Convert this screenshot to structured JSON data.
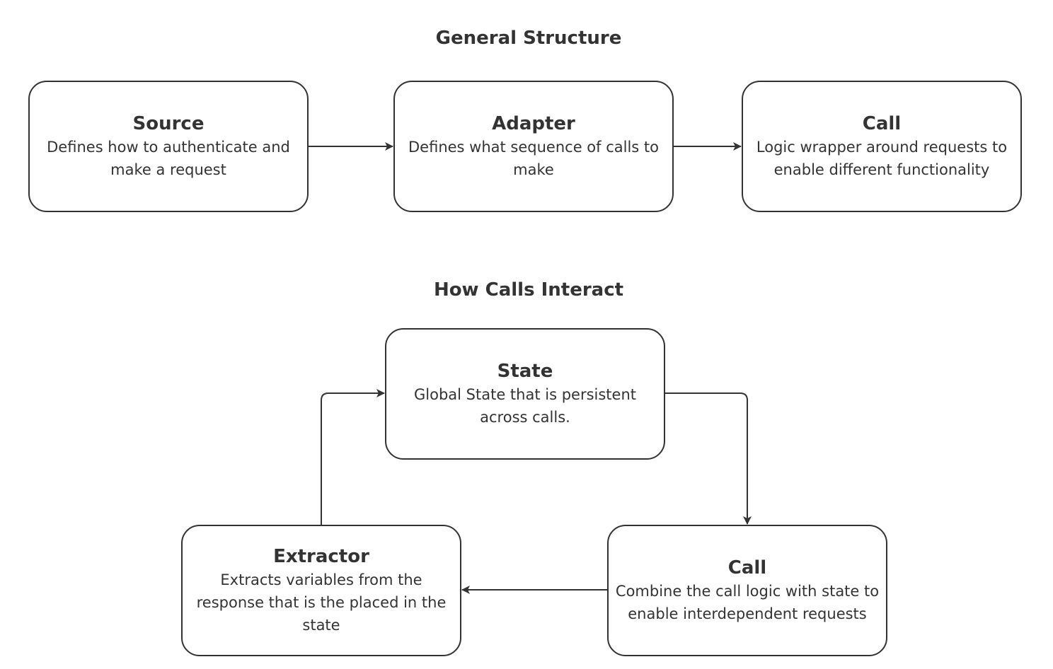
{
  "general_structure": {
    "title": "General Structure",
    "nodes": [
      {
        "id": "source",
        "title": "Source",
        "description": "Defines how to authenticate and make a request"
      },
      {
        "id": "adapter",
        "title": "Adapter",
        "description": "Defines what sequence of calls to make"
      },
      {
        "id": "call",
        "title": "Call",
        "description": "Logic wrapper around requests to enable different functionality"
      }
    ]
  },
  "how_calls_interact": {
    "title": "How Calls Interact",
    "nodes": [
      {
        "id": "state",
        "title": "State",
        "description": "Global State that is persistent across calls."
      },
      {
        "id": "extractor",
        "title": "Extractor",
        "description": "Extracts variables from the response that is the placed in the state"
      },
      {
        "id": "call",
        "title": "Call",
        "description": "Combine the call logic with state to enable interdependent requests"
      }
    ]
  },
  "colors": {
    "stroke": "#333333",
    "text": "#333333",
    "background": "#ffffff"
  }
}
